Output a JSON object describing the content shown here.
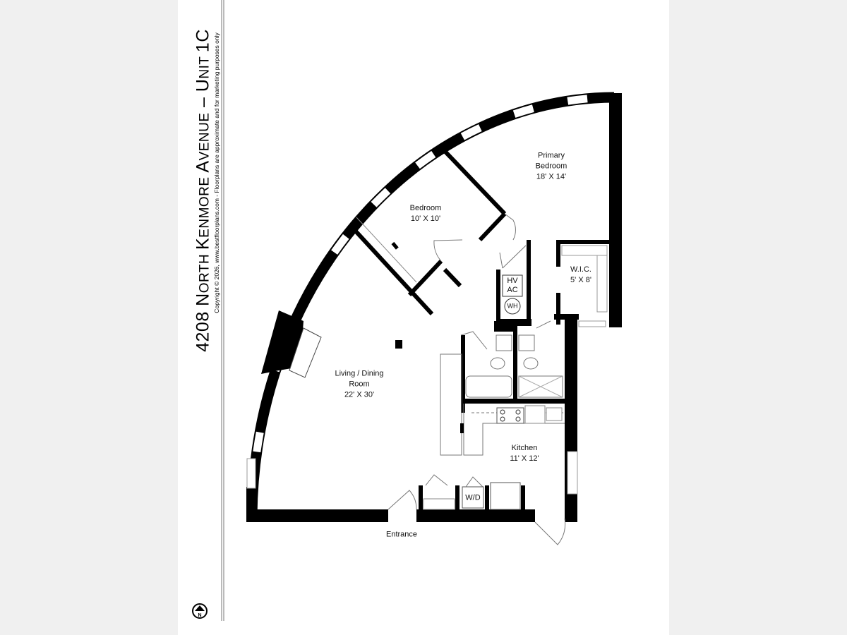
{
  "header": {
    "title_parts": [
      "4208 N",
      "ORTH ",
      "K",
      "ENMORE ",
      "A",
      "VENUE",
      " – U",
      "NIT ",
      "1C"
    ],
    "copyright": "Copyright © 2026, www.bestfloorplans.com - Floorplans are approximate and for marketing purposes only"
  },
  "rooms": {
    "primary_bedroom": {
      "name_1": "Primary",
      "name_2": "Bedroom",
      "size": "18' X 14'"
    },
    "bedroom": {
      "name": "Bedroom",
      "size": "10' X 10'"
    },
    "wic": {
      "name": "W.I.C.",
      "size": "5' X 8'"
    },
    "hvac": {
      "line_1": "HV",
      "line_2": "AC"
    },
    "water_heater": "WH",
    "living": {
      "name_1": "Living / Dining",
      "name_2": "Room",
      "size": "22' X 30'"
    },
    "kitchen": {
      "name": "Kitchen",
      "size": "11' X 12'"
    },
    "laundry": "W/D",
    "entrance": "Entrance"
  },
  "north_icon": "north-arrow-icon"
}
